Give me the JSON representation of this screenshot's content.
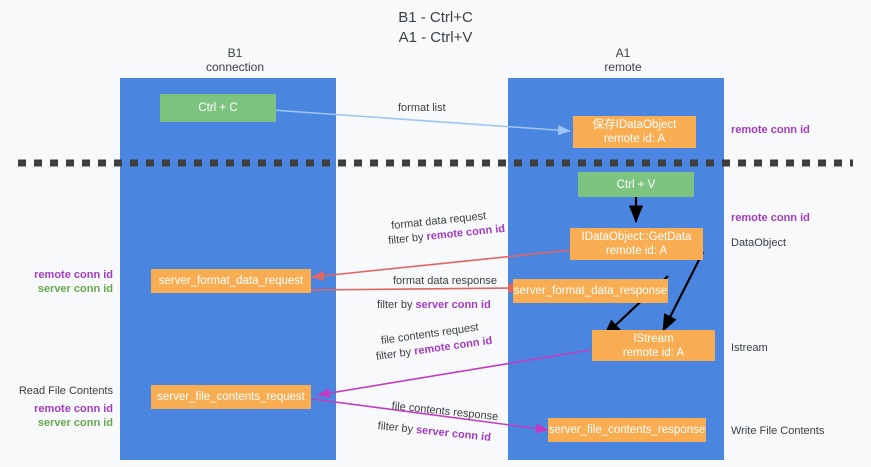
{
  "title": {
    "line1": "B1 - Ctrl+C",
    "line2": "A1 - Ctrl+V"
  },
  "lanes": [
    {
      "id": "b1",
      "title": "B1",
      "subtitle": "connection",
      "color": "#4a86e0"
    },
    {
      "id": "a1",
      "title": "A1",
      "subtitle": "remote",
      "color": "#4a86e0"
    }
  ],
  "colors": {
    "lane": "#4a86e0",
    "green_node": "#7cc47f",
    "orange_node": "#f9ad52",
    "purple_text": "#a33bc2",
    "green_text": "#6aa84f",
    "blue_arrow": "#9fc5f8",
    "red_arrow": "#e06666",
    "black_arrow": "#000000",
    "magenta_arrow": "#c23bc2",
    "divider": "#444444",
    "background": "#f8f9fa"
  },
  "nodes": {
    "ctrl_c": {
      "label": "Ctrl + C"
    },
    "save_idataobject": {
      "line1": "保存IDataObject",
      "line2": "remote id: A"
    },
    "ctrl_v": {
      "label": "Ctrl + V"
    },
    "getdata": {
      "line1": "IDataObject::GetData",
      "line2": "remote id: A"
    },
    "server_format_data_request": {
      "label": "server_format_data_request"
    },
    "server_format_data_response": {
      "label": "server_format_data_response"
    },
    "istream": {
      "line1": "IStream",
      "line2": "remote id: A"
    },
    "server_file_contents_request": {
      "label": "server_file_contents_request"
    },
    "server_file_contents_response": {
      "label": "server_file_contents_response"
    }
  },
  "edge_labels": {
    "format_list": "format list",
    "format_data_request": "format data request",
    "format_data_request_filter_prefix": "filter by ",
    "format_data_request_filter_key": "remote conn id",
    "format_data_response": "format data response",
    "format_data_response_filter_prefix": "filter by ",
    "format_data_response_filter_key": "server conn id",
    "file_contents_request": "file contents request",
    "file_contents_request_filter_prefix": "filter by ",
    "file_contents_request_filter_key": "remote conn id",
    "file_contents_response": "file contents response",
    "file_contents_response_filter_prefix": "filter by ",
    "file_contents_response_filter_key": "server conn id"
  },
  "right_annotations": [
    {
      "id": "remote-conn-id-top",
      "text": "remote conn id",
      "style": "purple"
    },
    {
      "id": "remote-conn-id-mid",
      "text": "remote conn id",
      "style": "purple"
    },
    {
      "id": "dataobject",
      "text": "DataObject",
      "style": "plain"
    },
    {
      "id": "istream",
      "text": "Istream",
      "style": "plain"
    },
    {
      "id": "write-file-contents",
      "text": "Write File Contents",
      "style": "plain"
    }
  ],
  "left_annotations": [
    {
      "id": "remote-conn-id-left-mid",
      "text": "remote conn id",
      "style": "purple"
    },
    {
      "id": "server-conn-id-left-mid",
      "text": "server conn id",
      "style": "green"
    },
    {
      "id": "read-file-contents",
      "text": "Read File Contents",
      "style": "plain"
    },
    {
      "id": "remote-conn-id-left-bottom",
      "text": "remote conn id",
      "style": "purple"
    },
    {
      "id": "server-conn-id-left-bottom",
      "text": "server conn id",
      "style": "green"
    }
  ]
}
